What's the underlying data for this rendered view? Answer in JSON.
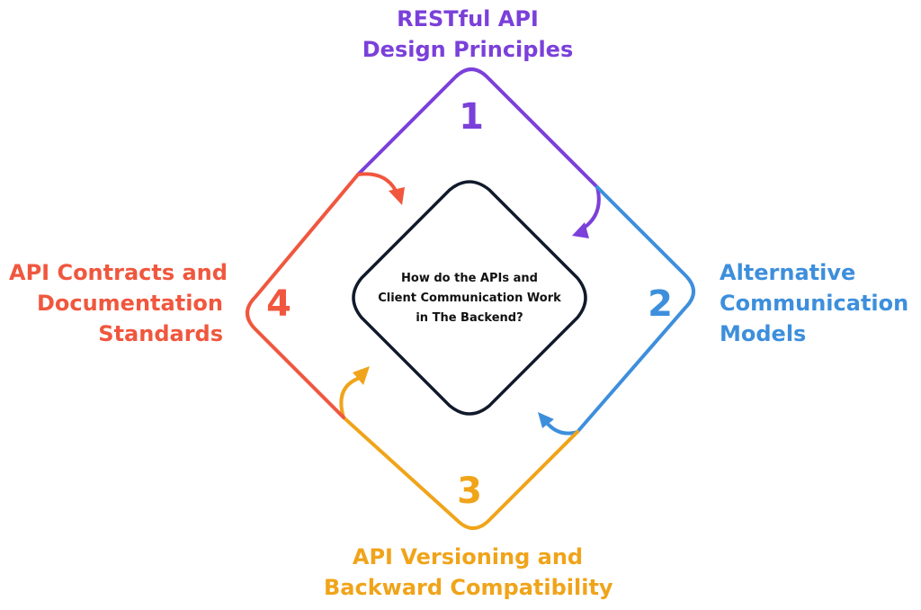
{
  "colors": {
    "step1": "#7b40da",
    "step2": "#3d8fdc",
    "step3": "#f0a41a",
    "step4": "#f0573e",
    "center_border": "#111a2b"
  },
  "center": {
    "lines": [
      "How do the APIs and",
      "Client Communication Work",
      "in The Backend?"
    ]
  },
  "steps": [
    {
      "number": "1",
      "title_lines": [
        "RESTful API",
        "Design Principles"
      ]
    },
    {
      "number": "2",
      "title_lines": [
        "Alternative",
        "Communication",
        "Models"
      ]
    },
    {
      "number": "3",
      "title_lines": [
        "API Versioning and",
        "Backward Compatibility"
      ]
    },
    {
      "number": "4",
      "title_lines": [
        "API Contracts and",
        "Documentation",
        "Standards"
      ]
    }
  ]
}
